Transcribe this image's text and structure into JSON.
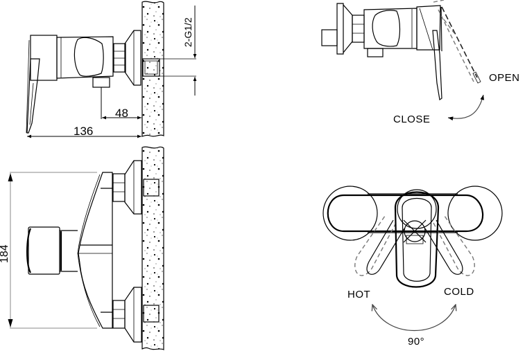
{
  "drawing": {
    "subject": "Single-lever wall-mounted shower mixer — technical dimension drawing",
    "colors": {
      "line": "#000000",
      "background": "#ffffff",
      "phantom_line": "#777777",
      "dimension_line_secondary": "#888888"
    }
  },
  "side_view": {
    "dimensions": {
      "total_projection": "136",
      "outlet_offset": "48",
      "connection_thread": "2-G1/2"
    }
  },
  "front_view": {
    "dimensions": {
      "height": "184"
    }
  },
  "lever_side_view": {
    "labels": {
      "open": "OPEN",
      "close": "CLOSE"
    }
  },
  "top_view": {
    "labels": {
      "hot": "HOT",
      "cold": "COLD",
      "rotation_angle": "90°"
    }
  }
}
